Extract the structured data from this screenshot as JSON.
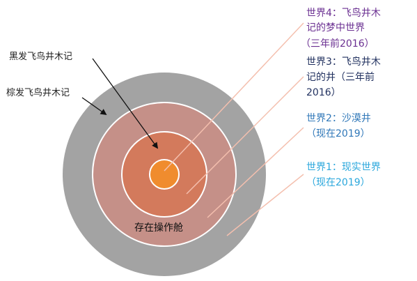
{
  "colors": {
    "outer_ring": "#a3a3a3",
    "ring2": "#c59088",
    "ring3": "#d37a5c",
    "core": "#f08c2e",
    "leader": "#f4bfae",
    "world4": "#6a2f91",
    "world3": "#1f2f5e",
    "world2": "#2f77b8",
    "world1": "#2aa7dc",
    "text_dark": "#222222"
  },
  "labels": {
    "black_hair": "黑发飞鸟井木记",
    "brown_hair": "棕发飞鸟井木记",
    "cockpit": "存在操作舱"
  },
  "worlds": [
    {
      "id": "world4",
      "lines": [
        "世界4：飞鸟井木",
        "记的梦中世界",
        "（三年前2016）"
      ]
    },
    {
      "id": "world3",
      "lines": [
        "世界3：飞鸟井木",
        "记的井（三年前",
        "2016）"
      ]
    },
    {
      "id": "world2",
      "lines": [
        "世界2：沙漠井",
        "（现在2019）"
      ]
    },
    {
      "id": "world1",
      "lines": [
        "世界1：现实世界",
        "（现在2019）"
      ]
    }
  ]
}
